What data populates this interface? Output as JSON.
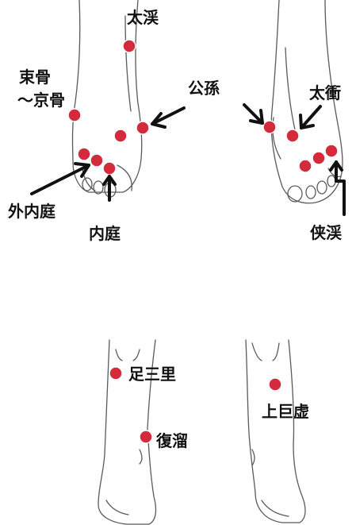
{
  "labels": {
    "taikei": "太渓",
    "sokukotsu_1": "束骨",
    "sokukotsu_2": "～京骨",
    "kouson": "公孫",
    "taishou": "太衝",
    "gainaitei": "外内庭",
    "naitei": "内庭",
    "kyoukei": "侠渓",
    "ashisanri": "足三里",
    "fukuryuu": "復溜",
    "joukyokyo": "上巨虚"
  },
  "colors": {
    "point": "#d42b3c",
    "outline": "#5a5a5a",
    "arrow": "#111111"
  }
}
